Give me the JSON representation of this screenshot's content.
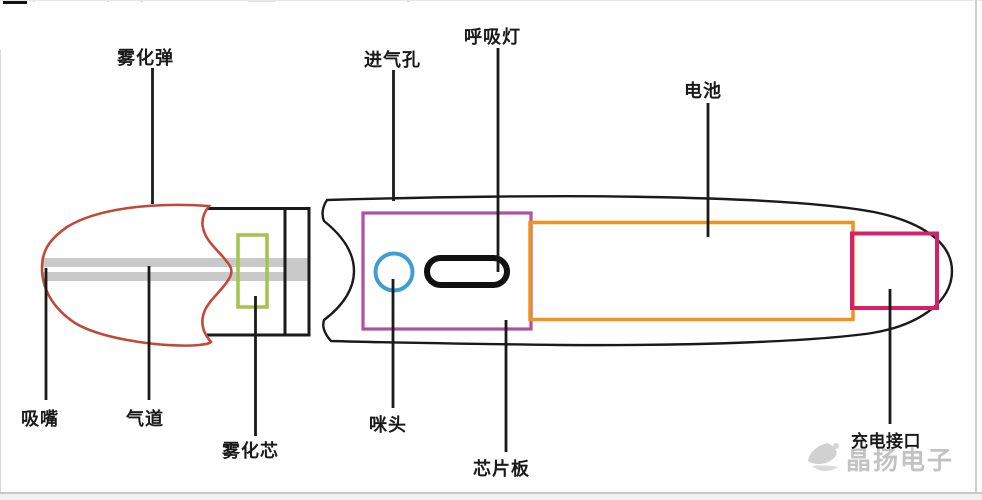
{
  "labels": {
    "atomizer_pod": "雾化弹",
    "air_intake_hole": "进气孔",
    "breathing_light": "呼吸灯",
    "battery": "电池",
    "mouthpiece": "吸嘴",
    "air_channel": "气道",
    "atomizer_core": "雾化芯",
    "mic_sensor": "咪头",
    "chip_board": "芯片板",
    "charging_port": "充电接口"
  },
  "watermark": {
    "brand": "晶扬电子"
  },
  "colors": {
    "pod_outline": "#c1493a",
    "air_channel": "#c9c9c9",
    "atomizer_core": "#a2c44f",
    "chip_board": "#b150a2",
    "mic": "#3f9fce",
    "led_window": "#111111",
    "battery": "#f0921e",
    "charging_port": "#d62069",
    "line": "#1a1a1a",
    "watermark": "#c3c3c3"
  }
}
